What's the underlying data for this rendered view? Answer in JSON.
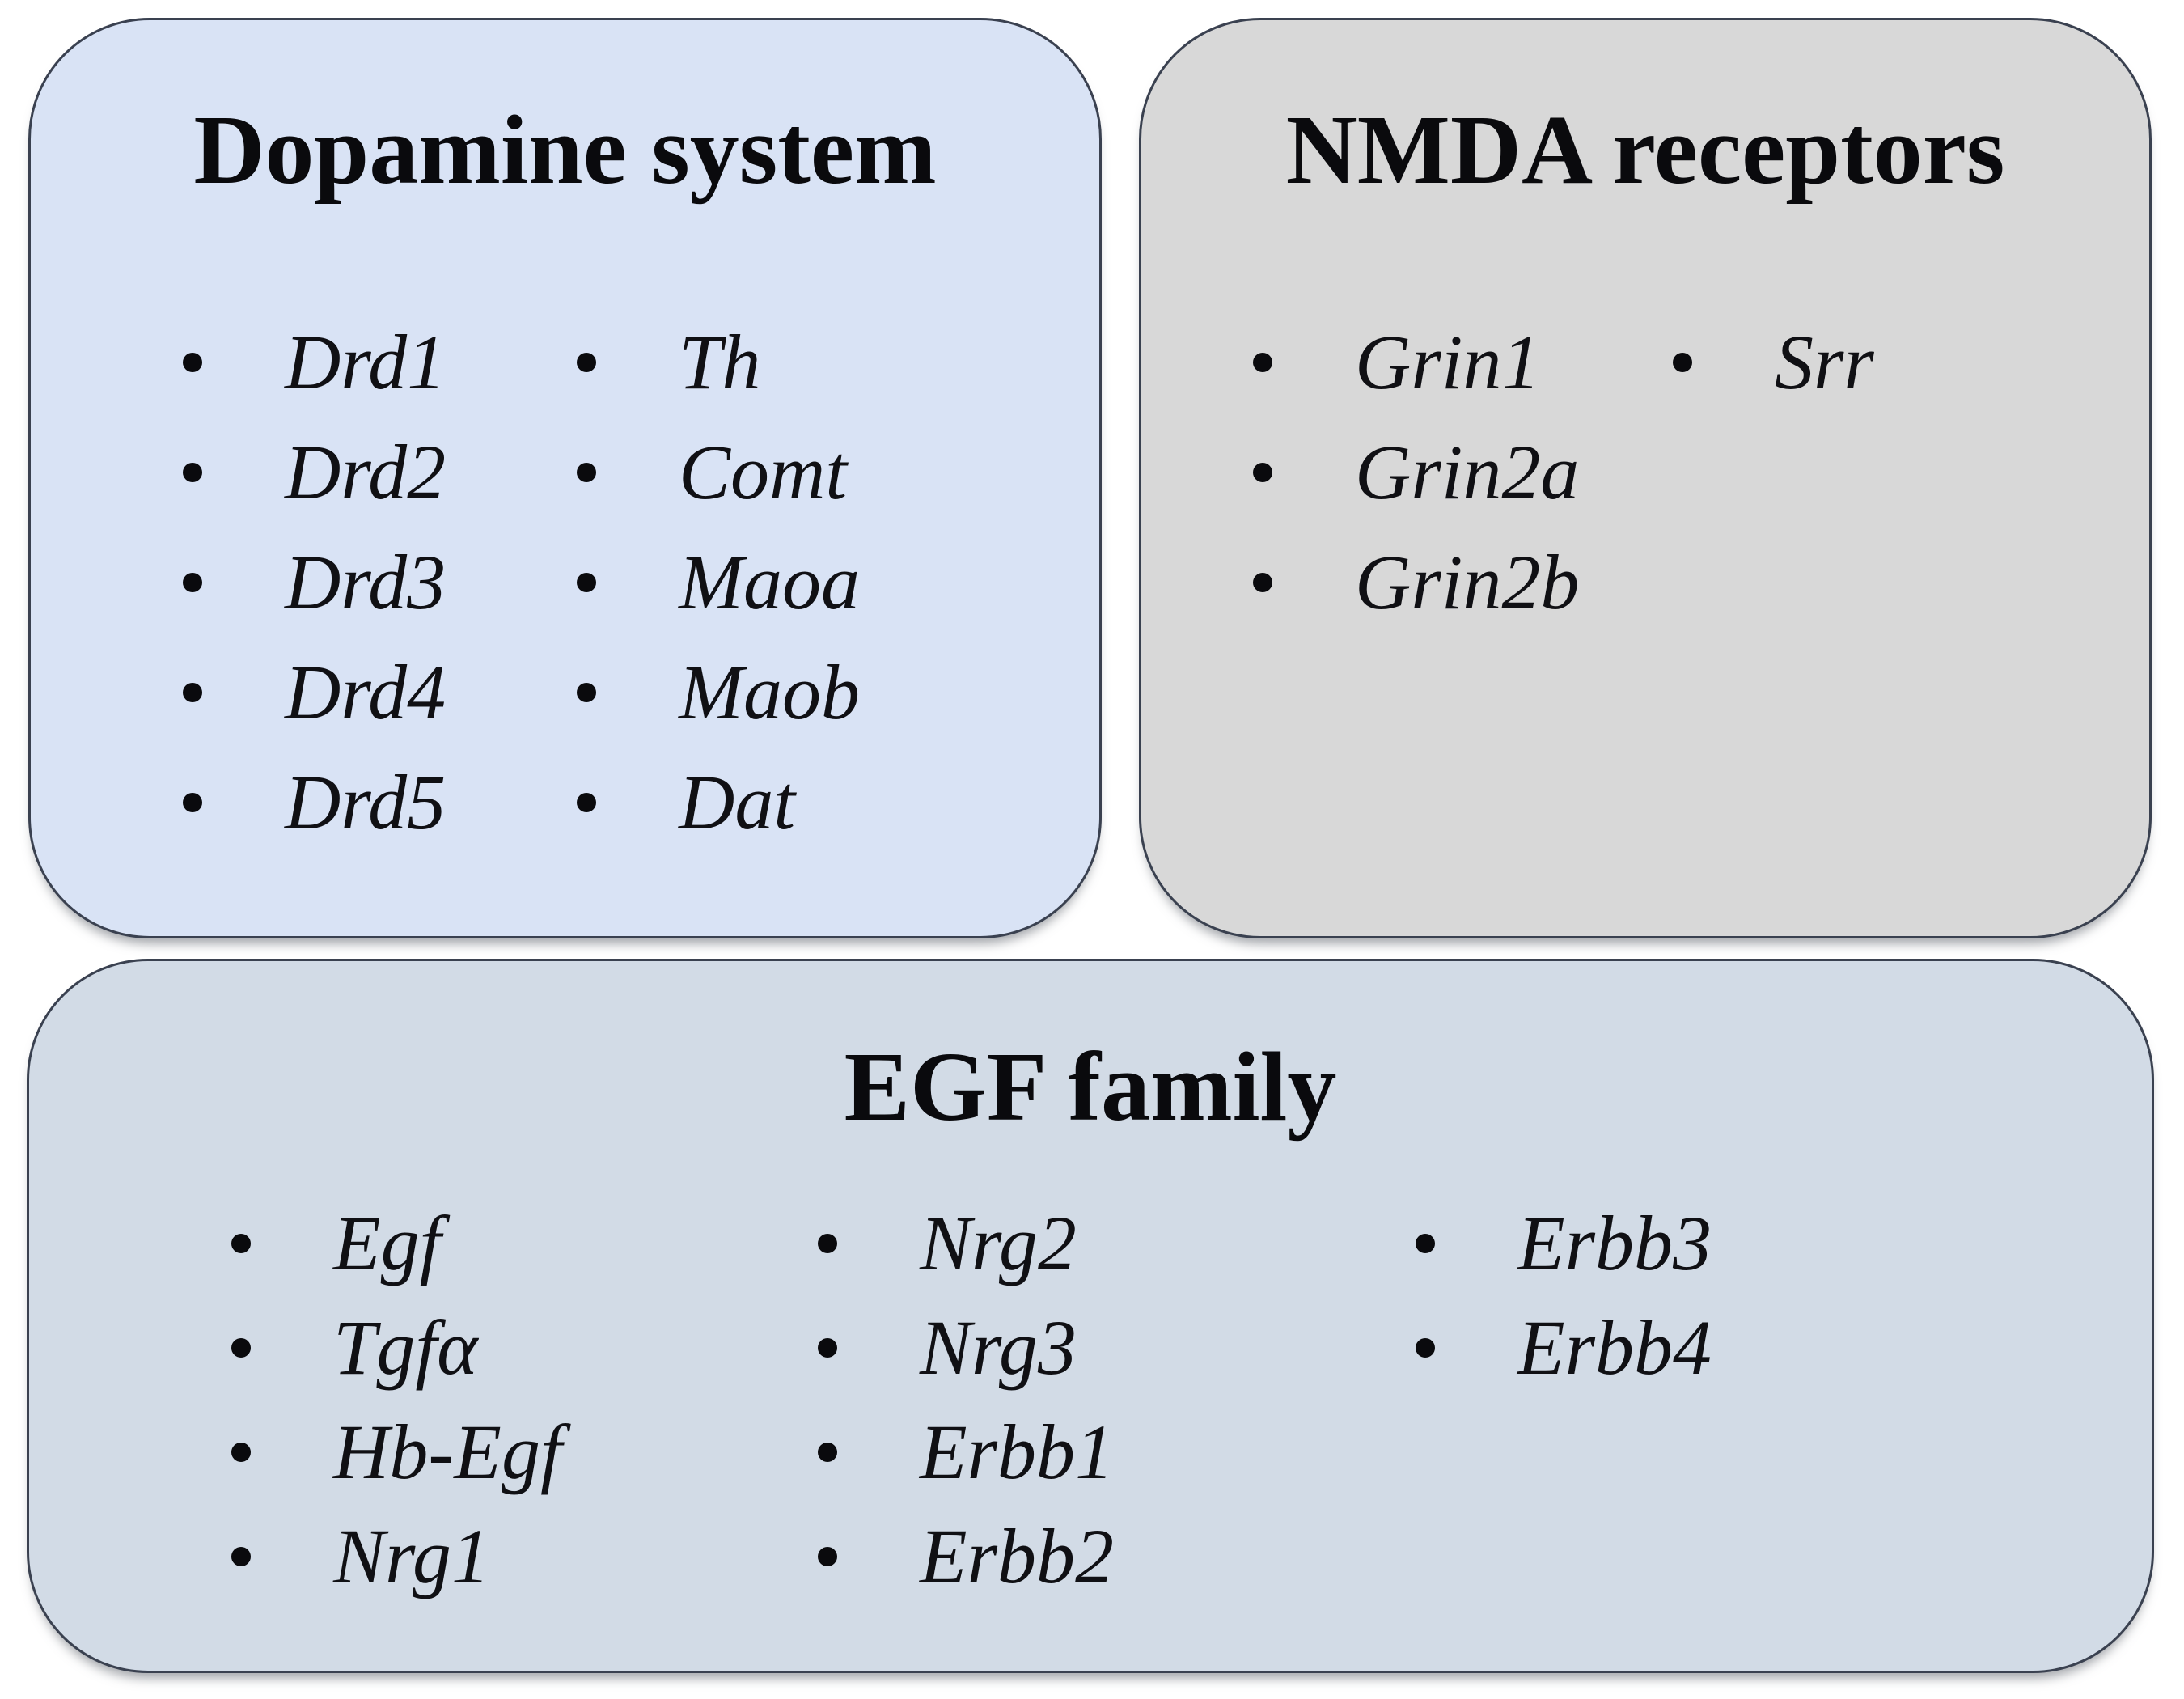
{
  "canvas": {
    "background": "#ffffff",
    "border_color": "#3a4150",
    "text_color": "#0a0a0d"
  },
  "boxes": [
    {
      "id": "dopamine-system",
      "title": "Dopamine system",
      "bg": "#d9e3f5",
      "columns": [
        {
          "items": [
            "Drd1",
            "Drd2",
            "Drd3",
            "Drd4",
            "Drd5"
          ]
        },
        {
          "items": [
            "Th",
            "Comt",
            "Maoa",
            "Maob",
            "Dat"
          ]
        }
      ]
    },
    {
      "id": "nmda-receptors",
      "title": "NMDA receptors",
      "bg": "#d8d8d8",
      "columns": [
        {
          "items": [
            "Grin1",
            "Grin2a",
            "Grin2b"
          ]
        },
        {
          "items": [
            "Srr"
          ]
        }
      ]
    },
    {
      "id": "egf-family",
      "title": "EGF family",
      "bg": "#d2dbe6",
      "columns": [
        {
          "items": [
            "Egf",
            "Tgfα",
            "Hb-Egf",
            "Nrg1"
          ]
        },
        {
          "items": [
            "Nrg2",
            "Nrg3",
            "Erbb1",
            "Erbb2"
          ]
        },
        {
          "items": [
            "Erbb3",
            "Erbb4"
          ]
        }
      ]
    }
  ]
}
